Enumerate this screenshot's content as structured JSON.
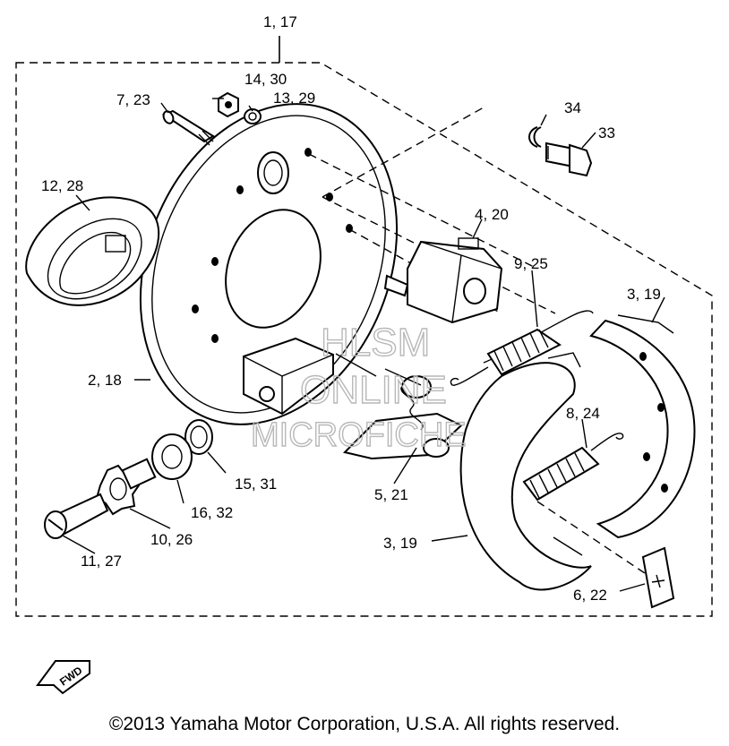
{
  "callouts": [
    "1, 17",
    "14, 30",
    "13, 29",
    "7, 23",
    "34",
    "33",
    "12, 28",
    "4, 20",
    "9, 25",
    "3, 19",
    "2, 18",
    "8, 24",
    "15, 31",
    "16, 32",
    "5, 21",
    "10, 26",
    "11, 27",
    "3, 19",
    "6, 22"
  ],
  "watermark": {
    "line1": "HLSM",
    "line2": "ONLINE",
    "line3": "MICROFICHE"
  },
  "direction_marker": "FWD",
  "copyright": "©2013 Yamaha Motor Corporation, U.S.A. All rights reserved."
}
